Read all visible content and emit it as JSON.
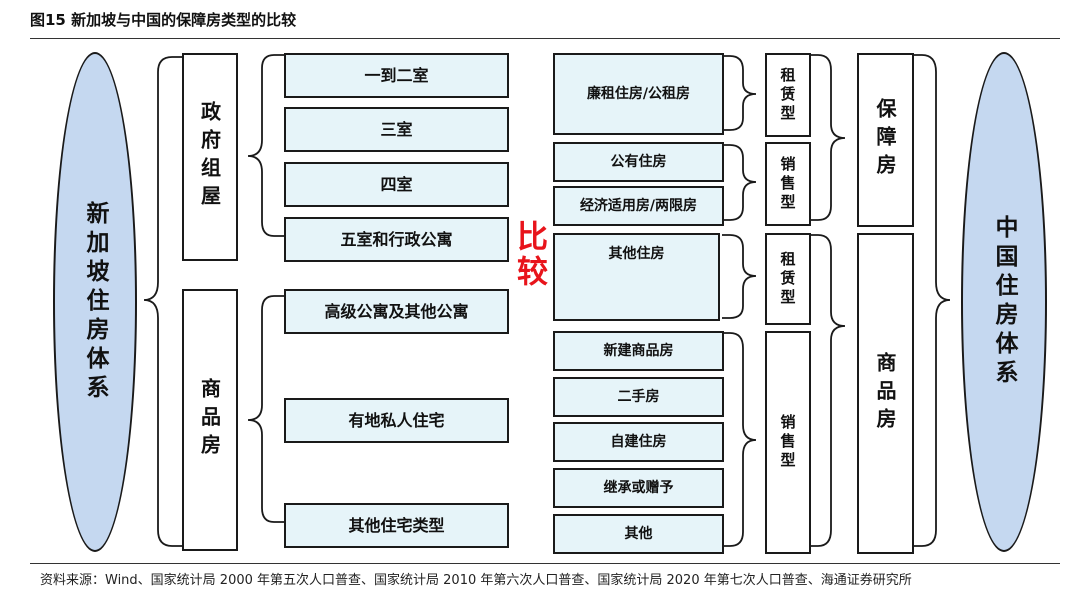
{
  "figure": {
    "title": "图15 新加坡与中国的保障房类型的比较",
    "source": "资料来源：Wind、国家统计局 2000 年第五次人口普查、国家统计局 2010 年第六次人口普查、国家统计局 2020 年第七次人口普查、海通证券研究所"
  },
  "singapore": {
    "system": "新加坡住房体系",
    "public_housing": {
      "label": "政府组屋",
      "types": [
        "一到二室",
        "三室",
        "四室",
        "五室和行政公寓"
      ]
    },
    "commercial": {
      "label": "商品房",
      "types": [
        "高级公寓及其他公寓",
        "有地私人住宅",
        "其他住宅类型"
      ]
    }
  },
  "comparison_label": "比较",
  "china": {
    "system": "中国住房体系",
    "affordable": {
      "label": "保障房",
      "rental": {
        "label": "租赁型",
        "items": [
          "廉租住房/公租房"
        ]
      },
      "sale": {
        "label": "销售型",
        "items": [
          "公有住房",
          "经济适用房/两限房"
        ]
      }
    },
    "commercial": {
      "label": "商品房",
      "rental": {
        "label": "租赁型",
        "items": [
          "其他住房"
        ]
      },
      "sale": {
        "label": "销售型",
        "items": [
          "新建商品房",
          "二手房",
          "自建住房",
          "继承或赠予",
          "其他"
        ]
      }
    }
  }
}
